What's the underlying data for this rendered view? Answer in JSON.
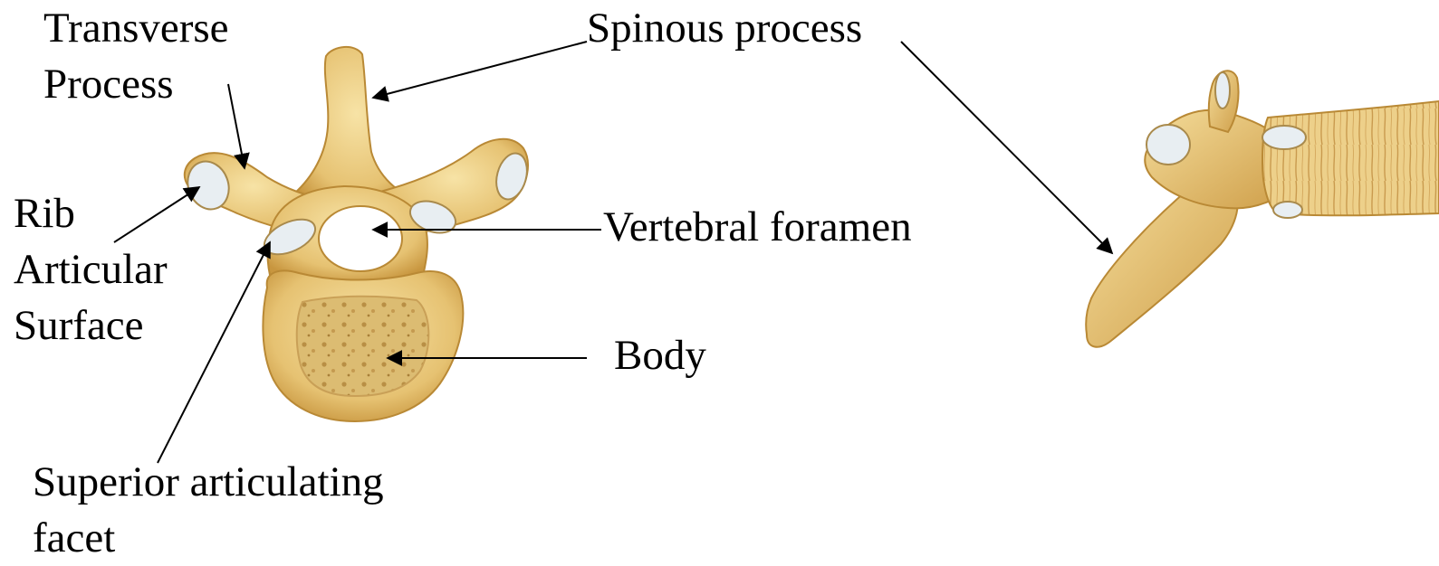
{
  "labels": {
    "transverse_process": [
      "Transverse",
      "Process"
    ],
    "spinous_process": "Spinous process",
    "rib_articular_surface": [
      "Rib",
      "Articular",
      "Surface"
    ],
    "vertebral_foramen": "Vertebral foramen",
    "body": "Body",
    "superior_articulating_facet": [
      "Superior articulating",
      "facet"
    ]
  },
  "colors": {
    "bone": "#e9c97a",
    "bone_shadow": "#c99a45",
    "bone_highlight": "#f6e2a8",
    "cartilage": "#e7eef2",
    "body_texture": "#d8b66a",
    "arrow": "#000000"
  }
}
